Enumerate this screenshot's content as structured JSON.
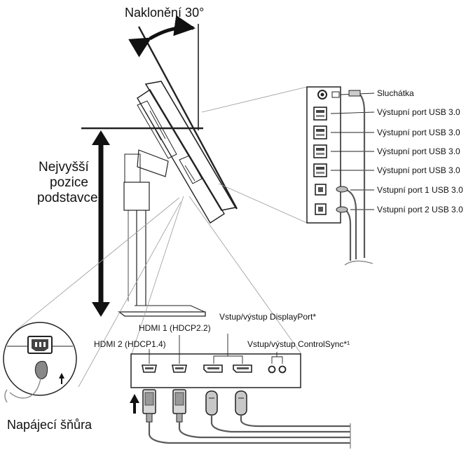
{
  "labels": {
    "tilt": "Naklonění 30°",
    "highest_position_line1": "Nejvyšší",
    "highest_position_line2": "pozice",
    "highest_position_line3": "podstavce",
    "headphones": "Sluchátka",
    "usb_downstream_1": "Výstupní port USB 3.0",
    "usb_downstream_2": "Výstupní port USB 3.0",
    "usb_downstream_3": "Výstupní port USB 3.0",
    "usb_downstream_4": "Výstupní port USB 3.0",
    "usb_upstream_1": "Vstupní port 1 USB 3.0",
    "usb_upstream_2": "Vstupní port 2 USB 3.0",
    "displayport": "Vstup/výstup DisplayPort*",
    "hdmi1": "HDMI 1 (HDCP2.2)",
    "hdmi2": "HDMI 2 (HDCP1.4)",
    "controlsync": "Vstup/výstup ControlSync*¹",
    "power_cord": "Napájecí šňůra"
  },
  "colors": {
    "line": "#222222",
    "leader": "#9a9a9a",
    "cable": "#5a5a5a",
    "arrow": "#111111"
  },
  "icons": {
    "tilt_arrow": "double-headed-curved-arrow",
    "height_arrow": "double-headed-vertical-arrow",
    "insert_arrow": "up-arrow",
    "power_socket": "ac-inlet-icon"
  }
}
